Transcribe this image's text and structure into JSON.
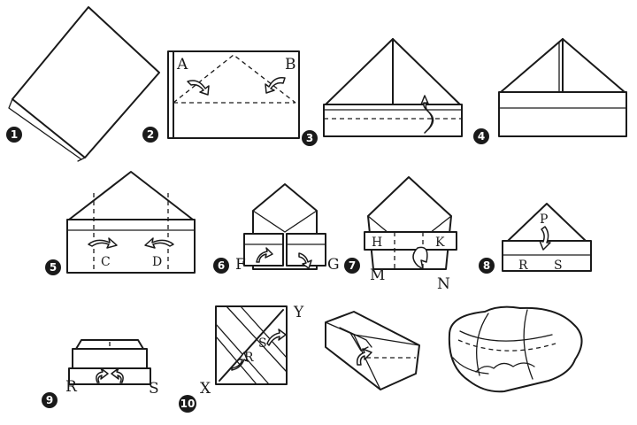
{
  "steps": [
    {
      "number": "1"
    },
    {
      "number": "2",
      "labels": [
        "A",
        "B"
      ]
    },
    {
      "number": "3"
    },
    {
      "number": "4"
    },
    {
      "number": "5",
      "labels": [
        "C",
        "D"
      ]
    },
    {
      "number": "6",
      "labels": [
        "F",
        "G"
      ]
    },
    {
      "number": "7",
      "labels": [
        "H",
        "K",
        "M",
        "N"
      ]
    },
    {
      "number": "8",
      "labels": [
        "P",
        "R",
        "S"
      ]
    },
    {
      "number": "9",
      "labels": [
        "R",
        "S"
      ]
    },
    {
      "number": "10",
      "labels": [
        "X",
        "Y",
        "R",
        "S"
      ]
    },
    {
      "number": ""
    },
    {
      "number": ""
    }
  ],
  "colors": {
    "ink": "#1a1a1a",
    "paper": "#ffffff"
  }
}
